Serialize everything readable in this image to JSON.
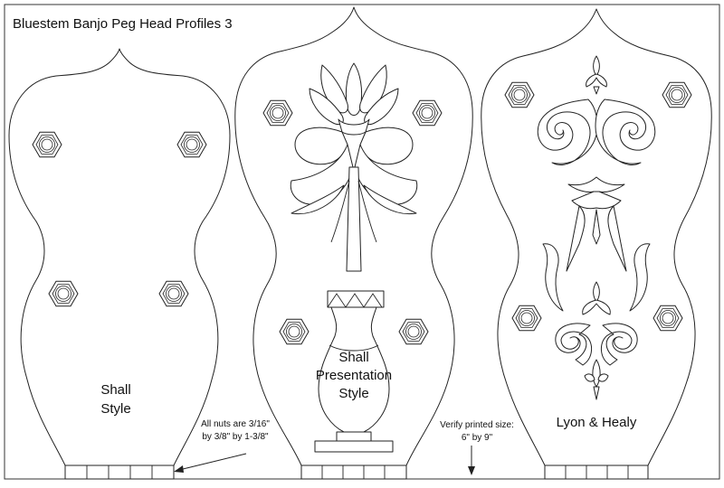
{
  "title": "Bluestem Banjo Peg Head Profiles 3",
  "profiles": [
    {
      "name_line1": "Shall",
      "name_line2": "Style",
      "name_line3": ""
    },
    {
      "name_line1": "Shall",
      "name_line2": "Presentation",
      "name_line3": "Style"
    },
    {
      "name_line1": "Lyon & Healy",
      "name_line2": "",
      "name_line3": ""
    }
  ],
  "notes": {
    "nuts_line1": "All nuts are 3/16\"",
    "nuts_line2": "by 3/8\" by 1-3/8\"",
    "verify_line1": "Verify printed size:",
    "verify_line2": "6\" by 9\""
  },
  "icons": {
    "tuner_nut": "hex-nut-icon",
    "arrow": "arrow-icon",
    "flower": "iris-flower-inlay",
    "vase": "vase-inlay",
    "scroll": "spiral-scroll-inlay",
    "fleur": "fleur-de-lis-inlay"
  }
}
